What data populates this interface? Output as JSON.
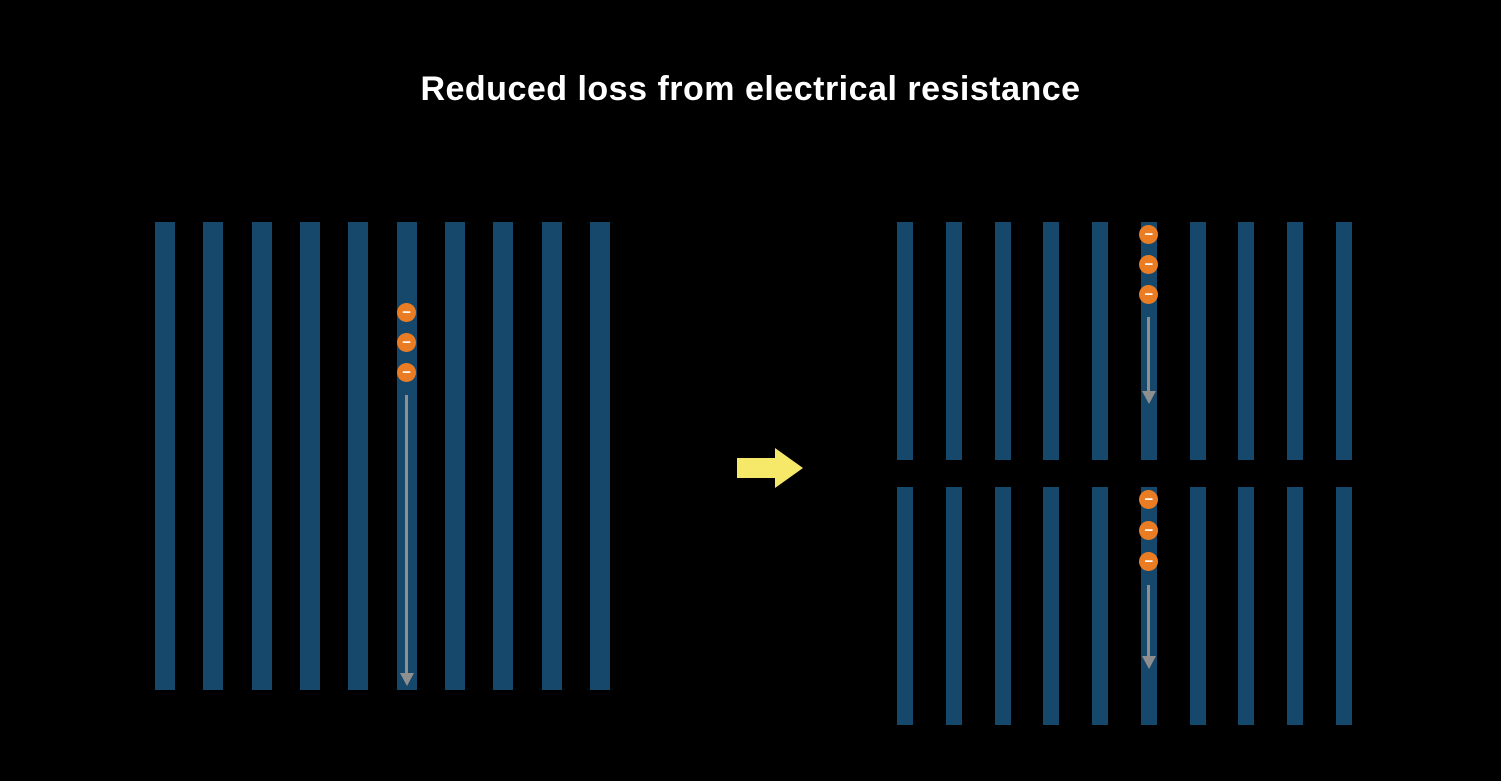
{
  "title": "Reduced loss from electrical resistance",
  "electron_symbol": "−",
  "colors": {
    "background": "#000000",
    "title": "#ffffff",
    "bar": "#16486b",
    "electron": "#ea7c23",
    "electron_symbol": "#ffffff",
    "flow_arrow": "#8f8f8f",
    "transition_arrow": "#f6e868"
  },
  "left_panel": {
    "bar_count": 10,
    "electron_count": 3,
    "electron_bar_index": 6
  },
  "right_panel": {
    "groups": [
      {
        "bar_count": 10,
        "electron_count": 3,
        "electron_bar_index": 6
      },
      {
        "bar_count": 10,
        "electron_count": 3,
        "electron_bar_index": 6
      }
    ]
  }
}
